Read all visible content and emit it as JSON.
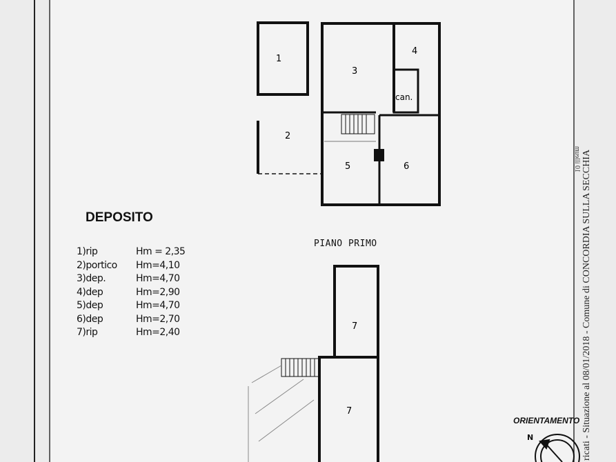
{
  "title": "DEPOSITO",
  "legend": [
    {
      "room": "1)rip",
      "height": "Hm = 2,35"
    },
    {
      "room": "2)portico",
      "height": "Hm=4,10"
    },
    {
      "room": "3)dep.",
      "height": "Hm=4,70"
    },
    {
      "room": "4)dep",
      "height": "Hm=2,90"
    },
    {
      "room": "5)dep",
      "height": "Hm=4,70"
    },
    {
      "room": "6)dep",
      "height": "Hm=2,70"
    },
    {
      "room": "7)rip",
      "height": "Hm=2,40"
    }
  ],
  "ground_floor_rooms": [
    "1",
    "2",
    "3",
    "4",
    "can.",
    "5",
    "6"
  ],
  "first_floor_label": "PIANO PRIMO",
  "first_floor_rooms": [
    "7",
    "7"
  ],
  "orientation_label": "ORIENTAMENTO",
  "north_label": "N",
  "side_note": "ricati - Situazione al 08/01/2018 - Comune di CONCORDIA SULLA SECCHIA",
  "side_note_mirrored": "10 illeum"
}
